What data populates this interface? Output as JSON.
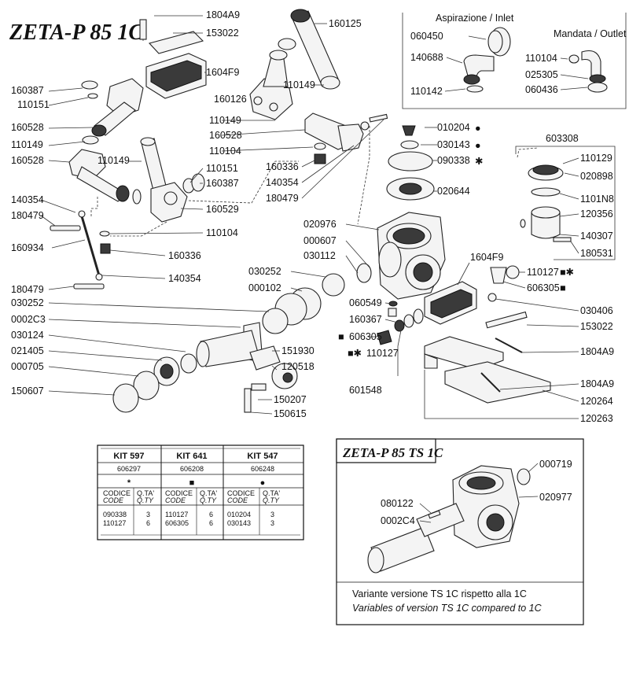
{
  "title_main": "ZETA-P 85 1C",
  "title_ts": "ZETA-P 85 TS 1C",
  "inlet_outlet": {
    "inlet_label": "Aspirazione / Inlet",
    "outlet_label": "Mandata / Outlet"
  },
  "kit_table": {
    "kits": [
      {
        "name": "KIT 597",
        "code": "606297",
        "symbol": "*",
        "rows": [
          [
            "090338",
            "3"
          ],
          [
            "110127",
            "6"
          ]
        ]
      },
      {
        "name": "KIT 641",
        "code": "606208",
        "symbol": "■",
        "rows": [
          [
            "110127",
            "6"
          ],
          [
            "606305",
            "6"
          ]
        ]
      },
      {
        "name": "KIT 547",
        "code": "606248",
        "symbol": "●",
        "rows": [
          [
            "010204",
            "3"
          ],
          [
            "030143",
            "3"
          ]
        ]
      }
    ],
    "col_code_it": "CODICE",
    "col_code_en": "CODE",
    "col_qty_it": "Q.TA'",
    "col_qty_en": "Q.TY"
  },
  "ts_note": {
    "line_it": "Variante versione TS 1C rispetto alla 1C",
    "line_en": "Variables of version TS 1C compared to 1C"
  },
  "labels": [
    {
      "id": "l-1804A9-top",
      "text": "1804A9"
    },
    {
      "id": "l-153022-top",
      "text": "153022"
    },
    {
      "id": "l-1604F9-top",
      "text": "1604F9"
    },
    {
      "id": "l-160125",
      "text": "160125"
    },
    {
      "id": "l-160387-a",
      "text": "160387"
    },
    {
      "id": "l-110151-a",
      "text": "110151"
    },
    {
      "id": "l-160528-a",
      "text": "160528"
    },
    {
      "id": "l-110149-a",
      "text": "110149"
    },
    {
      "id": "l-160528-b",
      "text": "160528"
    },
    {
      "id": "l-110149-b",
      "text": "110149"
    },
    {
      "id": "l-110149-c",
      "text": "110149"
    },
    {
      "id": "l-160126",
      "text": "160126"
    },
    {
      "id": "l-110149-d",
      "text": "110149"
    },
    {
      "id": "l-160528-c",
      "text": "160528"
    },
    {
      "id": "l-110104-a",
      "text": "110104"
    },
    {
      "id": "l-160336-a",
      "text": "160336"
    },
    {
      "id": "l-140354-a",
      "text": "140354"
    },
    {
      "id": "l-180479-a",
      "text": "180479"
    },
    {
      "id": "l-110151-b",
      "text": "110151"
    },
    {
      "id": "l-160387-b",
      "text": "160387"
    },
    {
      "id": "l-160529",
      "text": "160529"
    },
    {
      "id": "l-140354-b",
      "text": "140354"
    },
    {
      "id": "l-180479-b",
      "text": "180479"
    },
    {
      "id": "l-160934",
      "text": "160934"
    },
    {
      "id": "l-110104-b",
      "text": "110104"
    },
    {
      "id": "l-160336-b",
      "text": "160336"
    },
    {
      "id": "l-140354-c",
      "text": "140354"
    },
    {
      "id": "l-180479-c",
      "text": "180479"
    },
    {
      "id": "l-060450",
      "text": "060450"
    },
    {
      "id": "l-140688",
      "text": "140688"
    },
    {
      "id": "l-110142",
      "text": "110142"
    },
    {
      "id": "l-110104-c",
      "text": "110104"
    },
    {
      "id": "l-025305",
      "text": "025305"
    },
    {
      "id": "l-060436",
      "text": "060436"
    },
    {
      "id": "l-010204",
      "text": "010204"
    },
    {
      "id": "l-030143",
      "text": "030143"
    },
    {
      "id": "l-090338",
      "text": "090338"
    },
    {
      "id": "l-020644",
      "text": "020644"
    },
    {
      "id": "l-603308",
      "text": "603308"
    },
    {
      "id": "l-110129",
      "text": "110129"
    },
    {
      "id": "l-020898",
      "text": "020898"
    },
    {
      "id": "l-1101N8",
      "text": "1101N8"
    },
    {
      "id": "l-120356",
      "text": "120356"
    },
    {
      "id": "l-140307",
      "text": "140307"
    },
    {
      "id": "l-180531",
      "text": "180531"
    },
    {
      "id": "l-020976",
      "text": "020976"
    },
    {
      "id": "l-000607",
      "text": "000607"
    },
    {
      "id": "l-030112",
      "text": "030112"
    },
    {
      "id": "l-1604F9-mid",
      "text": "1604F9"
    },
    {
      "id": "l-110127-a",
      "text": "110127"
    },
    {
      "id": "l-606305-a",
      "text": "606305"
    },
    {
      "id": "l-030252-a",
      "text": "030252"
    },
    {
      "id": "l-000102",
      "text": "000102"
    },
    {
      "id": "l-060549",
      "text": "060549"
    },
    {
      "id": "l-030406",
      "text": "030406"
    },
    {
      "id": "l-160367",
      "text": "160367"
    },
    {
      "id": "l-153022-mid",
      "text": "153022"
    },
    {
      "id": "l-030252-b",
      "text": "030252"
    },
    {
      "id": "l-0002C3",
      "text": "0002C3"
    },
    {
      "id": "l-030124",
      "text": "030124"
    },
    {
      "id": "l-021405",
      "text": "021405"
    },
    {
      "id": "l-000705",
      "text": "000705"
    },
    {
      "id": "l-150607",
      "text": "150607"
    },
    {
      "id": "l-606305-b",
      "text": "606305"
    },
    {
      "id": "l-151930",
      "text": "151930"
    },
    {
      "id": "l-1804A9-mid",
      "text": "1804A9"
    },
    {
      "id": "l-120518",
      "text": "120518"
    },
    {
      "id": "l-110127-b",
      "text": "110127"
    },
    {
      "id": "l-601548",
      "text": "601548"
    },
    {
      "id": "l-1804A9-low",
      "text": "1804A9"
    },
    {
      "id": "l-150207",
      "text": "150207"
    },
    {
      "id": "l-120264",
      "text": "120264"
    },
    {
      "id": "l-150615",
      "text": "150615"
    },
    {
      "id": "l-120263",
      "text": "120263"
    },
    {
      "id": "l-000719",
      "text": "000719"
    },
    {
      "id": "l-080122",
      "text": "080122"
    },
    {
      "id": "l-020977",
      "text": "020977"
    },
    {
      "id": "l-0002C4",
      "text": "0002C4"
    }
  ]
}
